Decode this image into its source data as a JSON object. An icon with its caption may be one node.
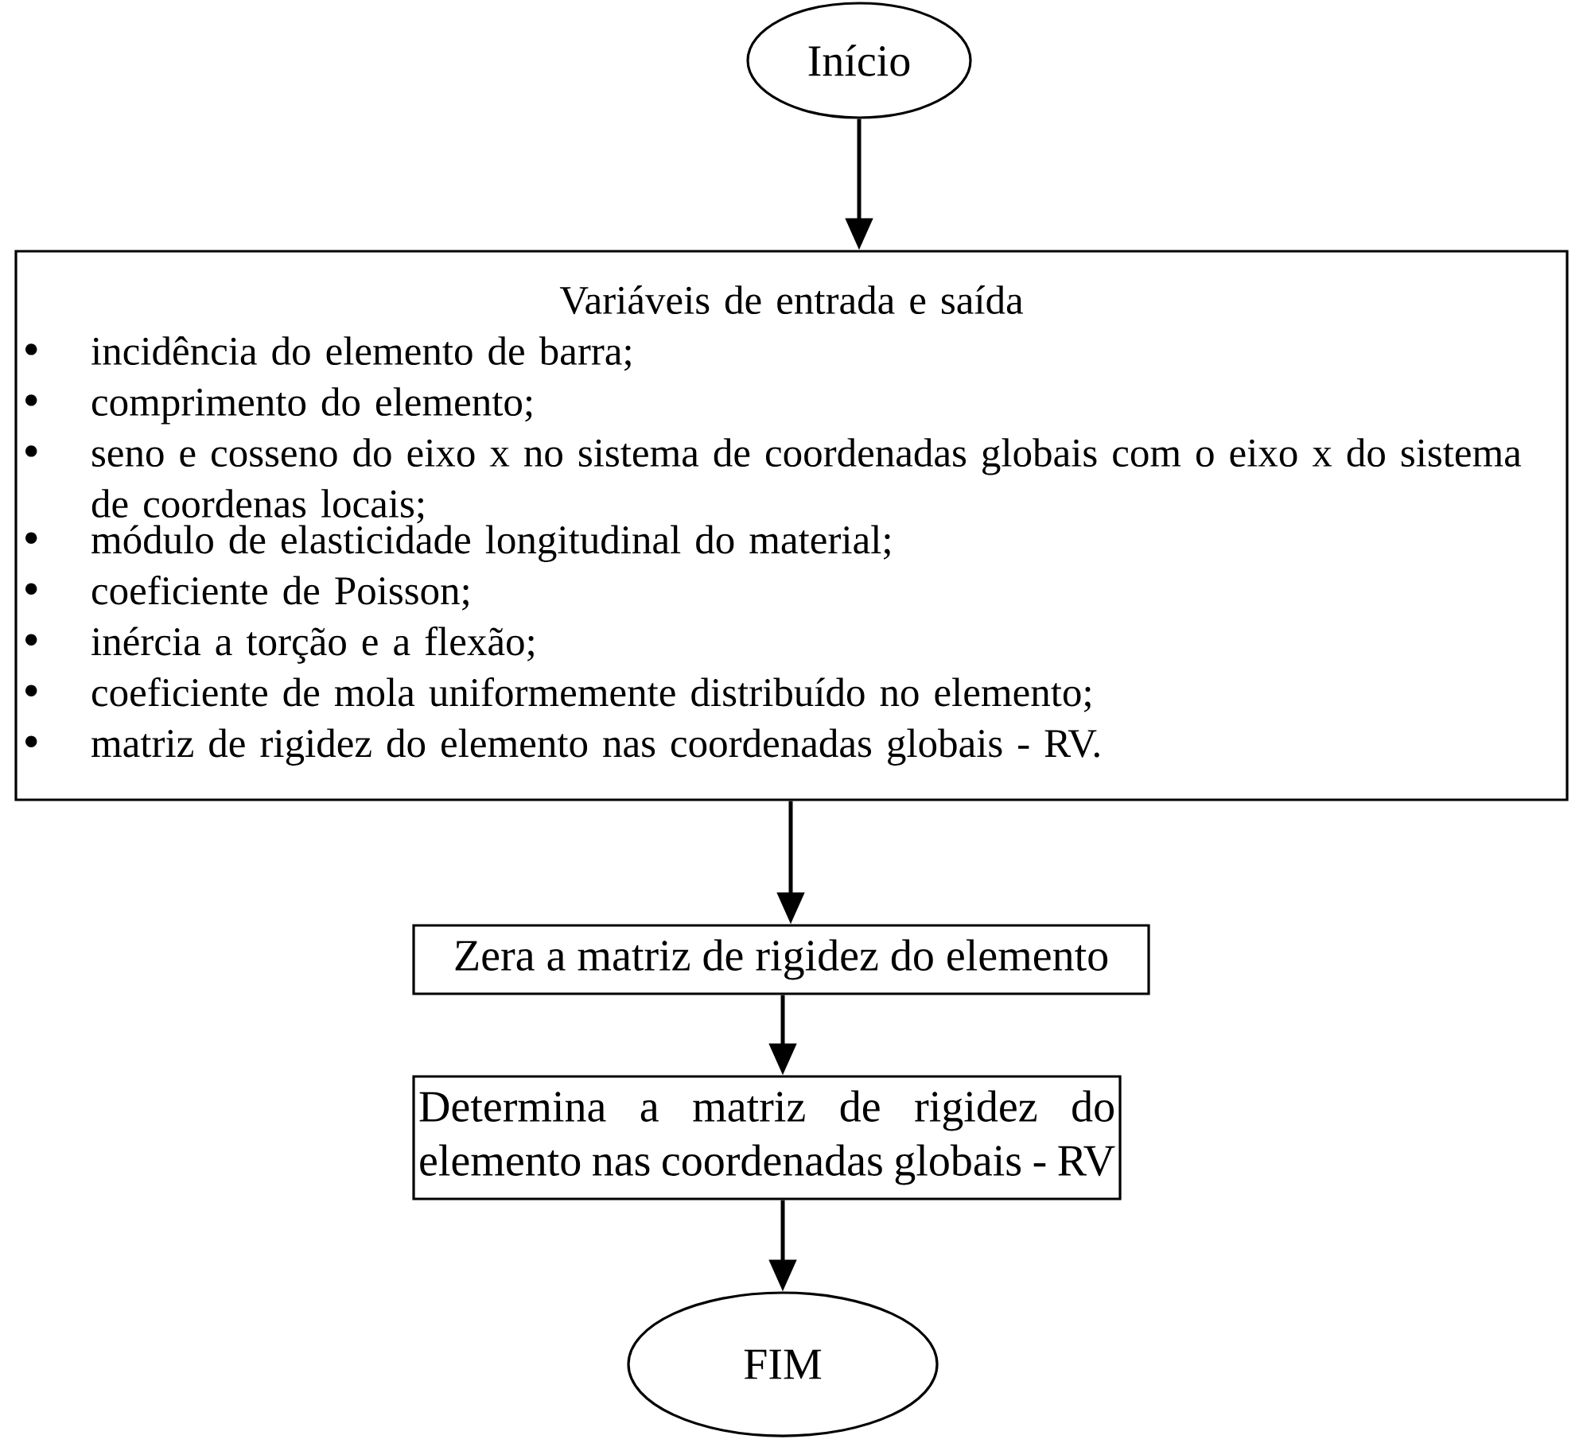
{
  "diagram": {
    "nodes": [
      {
        "text": [
          "Início"
        ]
      },
      {
        "text": [
          "Variáveis de entrada e saída",
          "incidência do elemento de barra;",
          "comprimento do elemento;",
          "seno e cosseno do eixo x no sistema de coordenadas globais com o eixo x do sistema de coordenas locais;",
          "módulo de elasticidade longitudinal do material;",
          "coeficiente de Poisson;",
          "inércia a torção e a flexão;",
          "coeficiente de mola uniformemente distribuído no elemento;",
          "matriz de rigidez do elemento nas coordenadas globais - RV."
        ]
      },
      {
        "text": [
          "Zera a matriz de rigidez do elemento"
        ]
      },
      {
        "text": [
          "Determina a matriz de rigidez do elemento nas coordenadas globais - RV"
        ]
      },
      {
        "text": [
          "FIM"
        ]
      }
    ],
    "edges": [
      {
        "from": 0,
        "to": 1,
        "arrow": "to"
      },
      {
        "from": 1,
        "to": 2,
        "arrow": "to"
      },
      {
        "from": 2,
        "to": 3,
        "arrow": "to"
      },
      {
        "from": 3,
        "to": 4,
        "arrow": "to"
      }
    ]
  }
}
